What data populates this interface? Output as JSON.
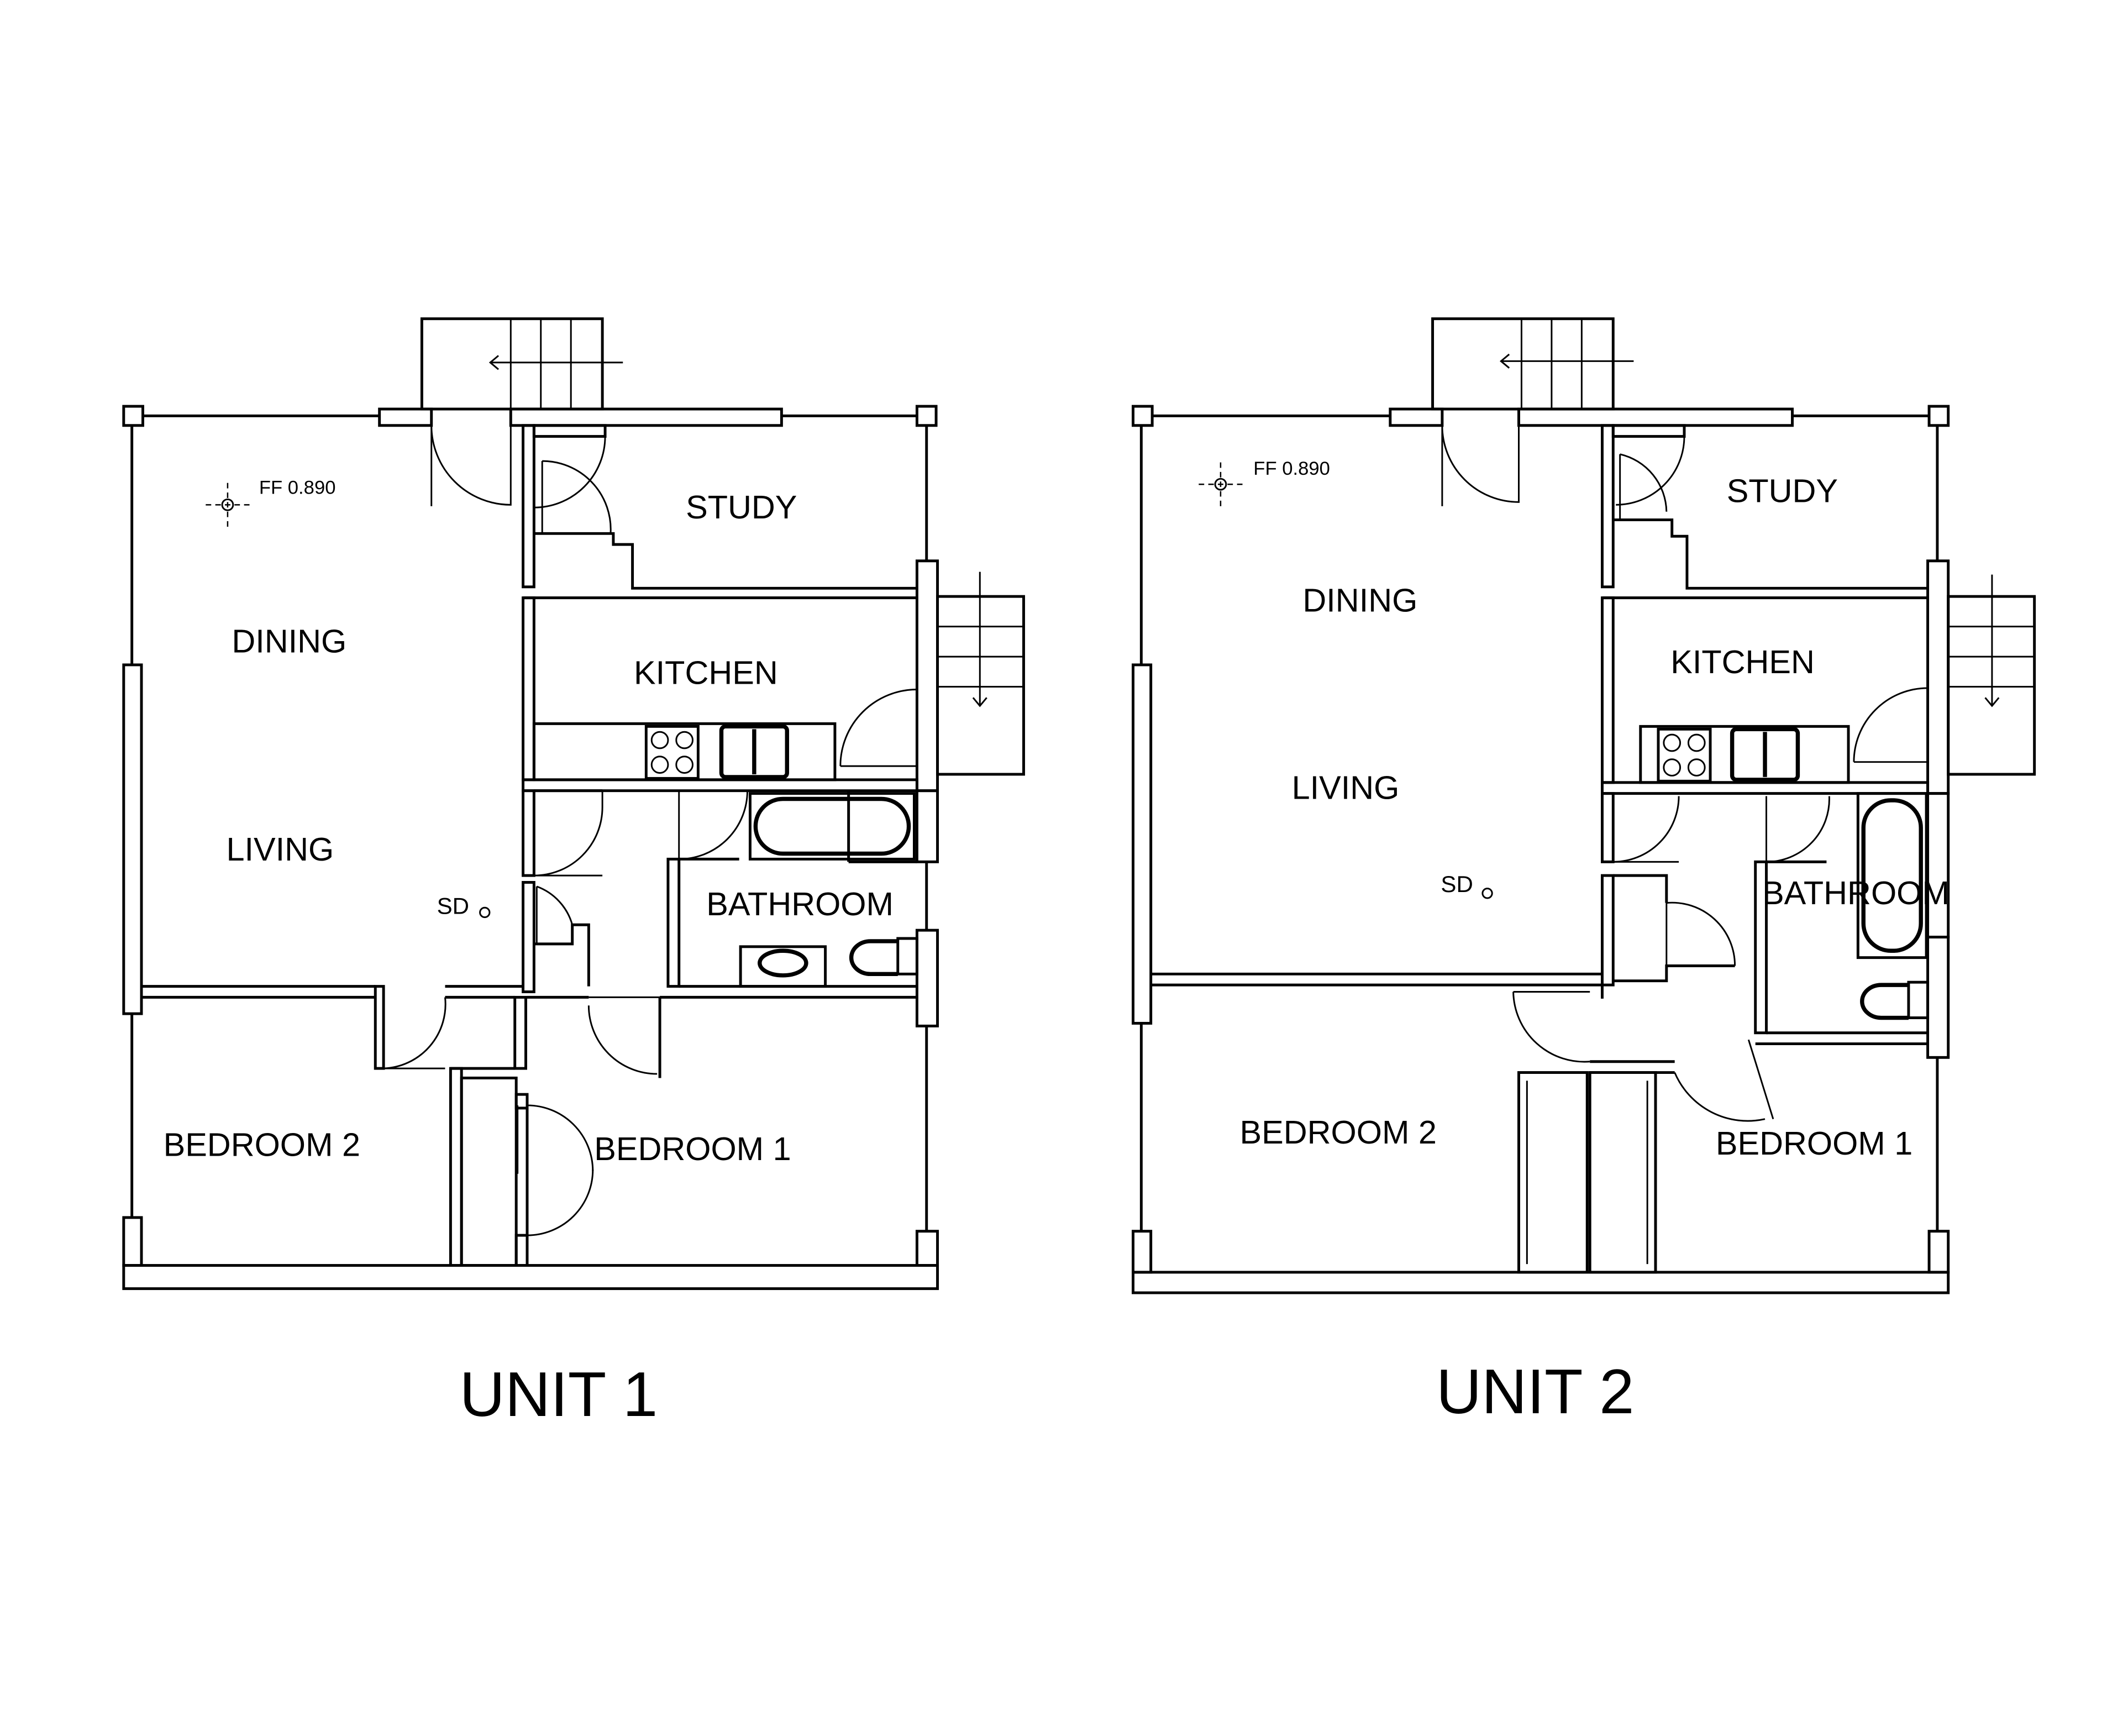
{
  "units": [
    {
      "title": "UNIT 1",
      "level_marker": "FF 0.890",
      "smoke_detector": "SD",
      "rooms": {
        "study": "STUDY",
        "dining": "DINING",
        "kitchen": "KITCHEN",
        "living": "LIVING",
        "bathroom": "BATHROOM",
        "bedroom2": "BEDROOM 2",
        "bedroom1": "BEDROOM 1"
      }
    },
    {
      "title": "UNIT 2",
      "level_marker": "FF 0.890",
      "smoke_detector": "SD",
      "rooms": {
        "study": "STUDY",
        "dining": "DINING",
        "kitchen": "KITCHEN",
        "living": "LIVING",
        "bathroom": "BATHROOM",
        "bedroom2": "BEDROOM 2",
        "bedroom1": "BEDROOM 1"
      }
    }
  ],
  "colors": {
    "line": "#000000",
    "background": "#ffffff"
  },
  "icons": [
    "door-swing-icon",
    "stair-arrow-icon",
    "cooktop-icon",
    "sink-icon",
    "bathtub-icon",
    "toilet-icon",
    "vanity-basin-icon",
    "level-marker-icon",
    "smoke-detector-icon"
  ]
}
